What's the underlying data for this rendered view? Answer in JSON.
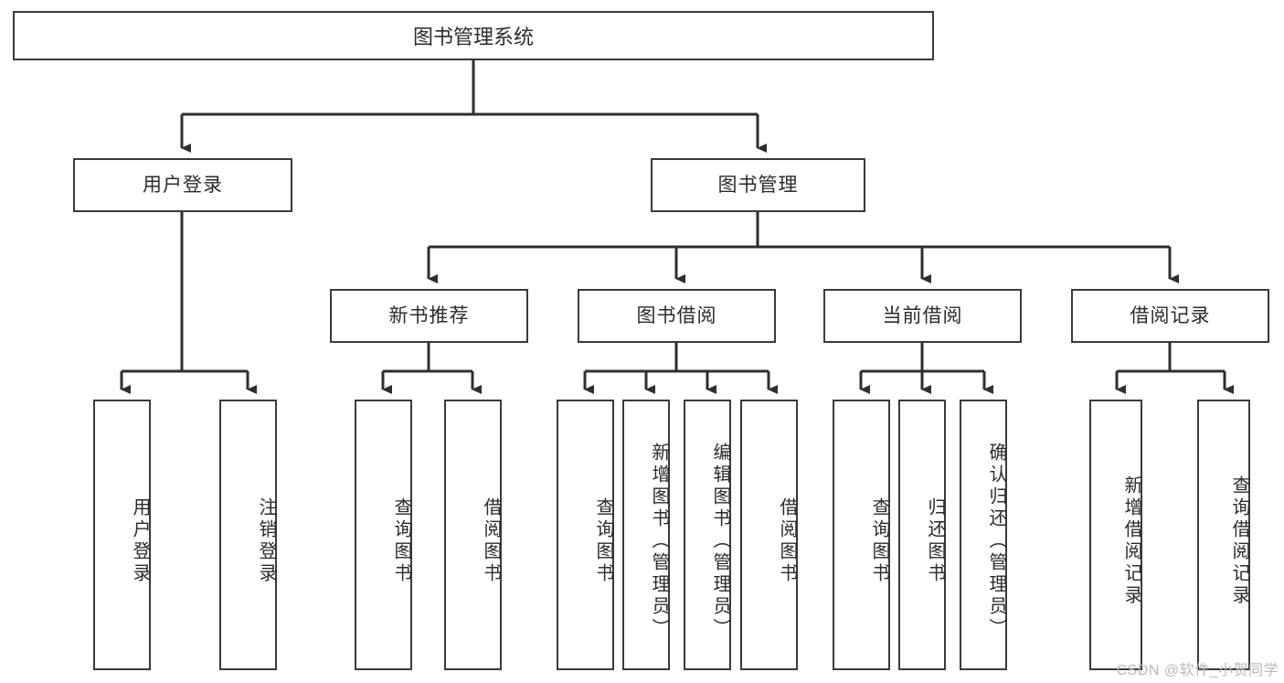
{
  "diagram": {
    "title": "图书管理系统",
    "type": "tree-hierarchy",
    "stroke_color": "#3a3a3a",
    "background_color": "#ffffff",
    "root": {
      "label": "图书管理系统"
    },
    "level2": [
      {
        "label": "用户登录"
      },
      {
        "label": "图书管理"
      }
    ],
    "level3": [
      {
        "label": "新书推荐"
      },
      {
        "label": "图书借阅"
      },
      {
        "label": "当前借阅"
      },
      {
        "label": "借阅记录"
      }
    ],
    "leaves": {
      "user_login": [
        {
          "label": "用户登录"
        },
        {
          "label": "注销登录"
        }
      ],
      "new_book_recommend": [
        {
          "label": "查询图书"
        },
        {
          "label": "借阅图书"
        }
      ],
      "book_borrow": [
        {
          "label": "查询图书"
        },
        {
          "label": "新增图书（管理员）"
        },
        {
          "label": "编辑图书（管理员）"
        },
        {
          "label": "借阅图书"
        }
      ],
      "current_borrow": [
        {
          "label": "查询图书"
        },
        {
          "label": "归还图书"
        },
        {
          "label": "确认归还（管理员）"
        }
      ],
      "borrow_record": [
        {
          "label": "新增借阅记录"
        },
        {
          "label": "查询借阅记录"
        }
      ]
    }
  },
  "watermark": {
    "text": "CSDN @软件_小贺同学"
  }
}
